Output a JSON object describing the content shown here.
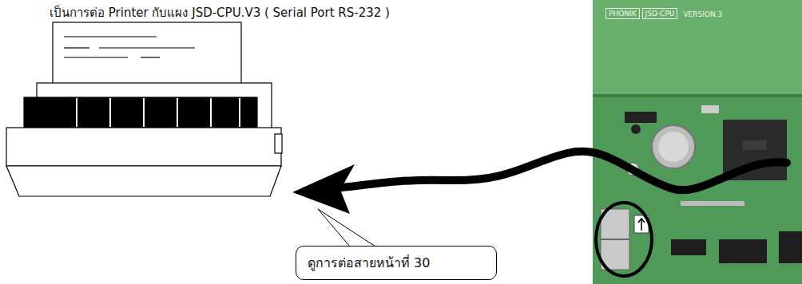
{
  "diagram": {
    "title": "เป็นการต่อ Printer กับแผง JSD-CPU.V3 ( Serial Port RS-232 )",
    "nodes": [
      {
        "text": [
          "ดูการต่อสายหน้าที่ 30"
        ]
      }
    ],
    "labels": [
      "PHONIK",
      "JSD-CPU",
      "VERSION.3"
    ]
  }
}
